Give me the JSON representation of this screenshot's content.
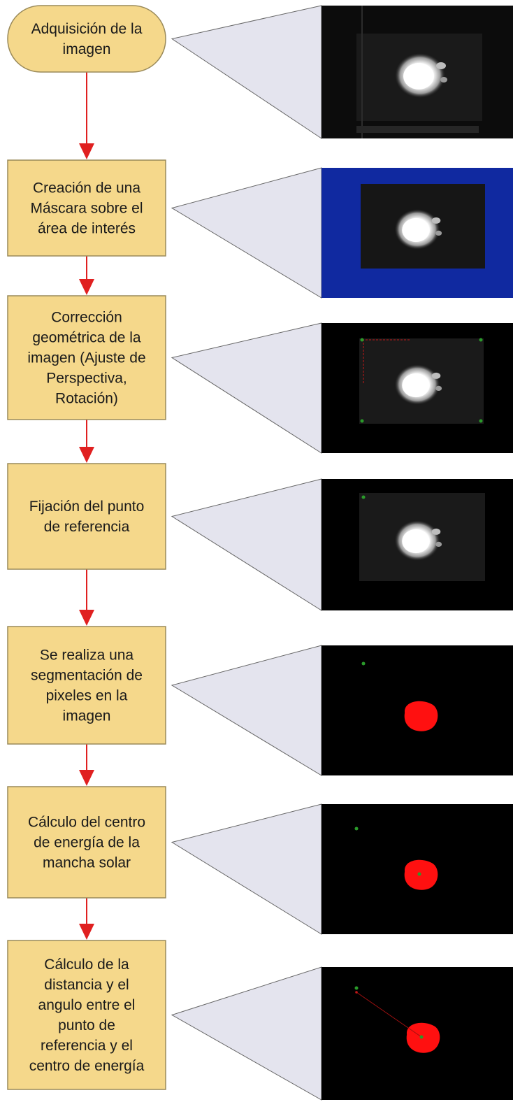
{
  "steps": [
    {
      "lines": [
        "Adquisición de la",
        "imagen"
      ]
    },
    {
      "lines": [
        "Creación de una",
        "Máscara sobre el",
        "área de interés"
      ]
    },
    {
      "lines": [
        "Corrección",
        "geométrica de la",
        "imagen (Ajuste de",
        "Perspectiva,",
        "Rotación)"
      ]
    },
    {
      "lines": [
        "Fijación del punto",
        "de referencia"
      ]
    },
    {
      "lines": [
        "Se realiza una",
        "segmentación de",
        "pixeles en la",
        "imagen"
      ]
    },
    {
      "lines": [
        "Cálculo del centro",
        "de energía de la",
        "mancha solar"
      ]
    },
    {
      "lines": [
        "Cálculo de la",
        "distancia y el",
        "angulo entre el",
        "punto de",
        "referencia y el",
        "centro de energía"
      ]
    }
  ],
  "colors": {
    "box_fill": "#f5d88b",
    "box_stroke": "#9a8a5a",
    "arrow": "#e02020",
    "callout_fill": "#e4e4ee",
    "callout_stroke": "#666666",
    "mask_blue": "#1029a0",
    "spot_red": "#ff1010",
    "marker_green": "#2a9a2a"
  }
}
